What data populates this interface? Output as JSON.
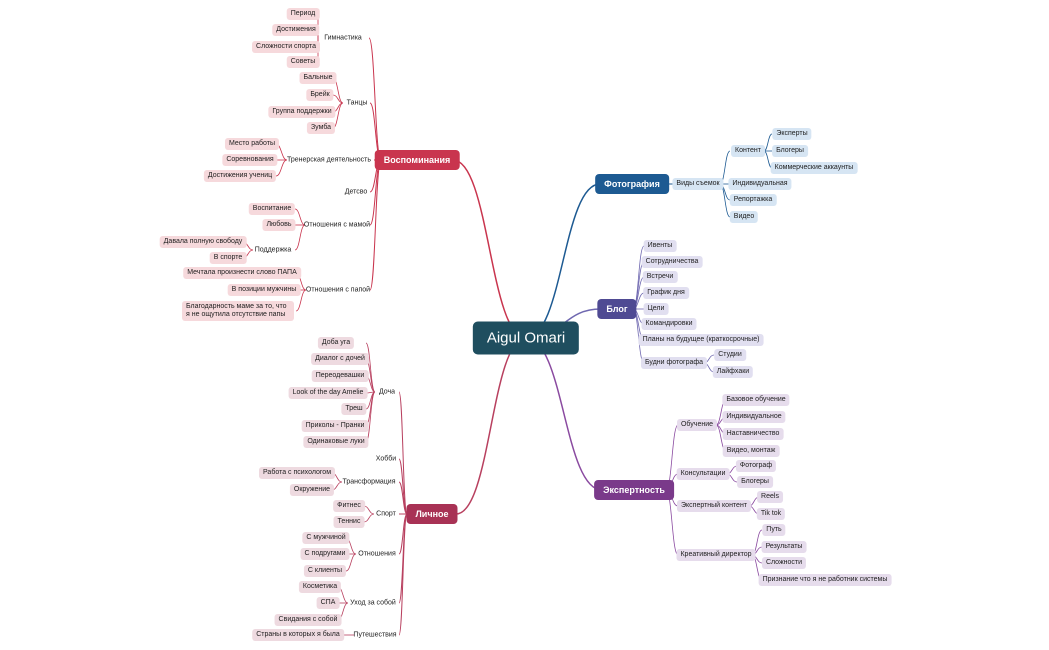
{
  "root": {
    "label": "Aigul Omari"
  },
  "colors": {
    "vospominaniya": "#c9354e",
    "fotografiya": "#1d5a92",
    "blog": "#4f4a93",
    "ekspertnost": "#7a3a8a",
    "lichnoe": "#a83255",
    "vospominaniya_leaf": "#f6d9dc",
    "fotografiya_leaf": "#d6e5f3",
    "blog_leaf": "#e1dff0",
    "ekspertnost_leaf": "#e6dcec",
    "lichnoe_leaf": "#eedae0",
    "vospominaniya_link": "#c9354e",
    "fotografiya_link": "#1d5a92",
    "blog_link": "#6f68b0",
    "ekspertnost_link": "#8a4aa0",
    "lichnoe_link": "#b8405f"
  },
  "vospominaniya": {
    "label": "Воспоминания",
    "gimnastika": {
      "label": "Гимнастика",
      "items": [
        "Период",
        "Достижения",
        "Сложности спорта",
        "Советы"
      ]
    },
    "tancy": {
      "label": "Танцы",
      "items": [
        "Бальные",
        "Брейк",
        "Группа поддержки",
        "Зумба"
      ]
    },
    "trener": {
      "label": "Тренерская деятельность",
      "items": [
        "Место работы",
        "Соревнования",
        "Достижения учениц"
      ]
    },
    "detstvo": {
      "label": "Детсво"
    },
    "mama": {
      "label": "Отношения с мамой",
      "items": [
        "Воспитание",
        "Любовь"
      ],
      "podderzhka": {
        "label": "Поддержка",
        "items": [
          "Давала полную свободу",
          "В спорте"
        ]
      }
    },
    "papa": {
      "label": "Отношения с папой",
      "items": [
        "Мечтала произнести слово ПАПА",
        "В позиции мужчины",
        "Благодарность маме за то, что я не ощутила отсутствие папы"
      ]
    }
  },
  "fotografiya": {
    "label": "Фотография",
    "vidy": {
      "label": "Виды съемок",
      "items": [
        "Индивидуальная",
        "Репортажка",
        "Видео"
      ],
      "kontent": {
        "label": "Контент",
        "items": [
          "Эксперты",
          "Блогеры",
          "Коммерческие аккаунты"
        ]
      }
    }
  },
  "blog": {
    "label": "Блог",
    "items": [
      "Ивенты",
      "Сотрудничества",
      "Встречи",
      "График дня",
      "Цели",
      "Командировки",
      "Планы на будущее (краткосрочные)"
    ],
    "budni": {
      "label": "Будни фотографа",
      "items": [
        "Студии",
        "Лайфхаки"
      ]
    }
  },
  "ekspertnost": {
    "label": "Экспертность",
    "obuchenie": {
      "label": "Обучение",
      "items": [
        "Базовое обучение",
        "Индивидуальное",
        "Наставничество",
        "Видео, монтаж"
      ]
    },
    "konsult": {
      "label": "Консультации",
      "items": [
        "Фотограф",
        "Блогеры"
      ]
    },
    "kontent": {
      "label": "Экспертный контент",
      "items": [
        "Reels",
        "Tik tok"
      ]
    },
    "kreativ": {
      "label": "Креативный директор",
      "items": [
        "Путь",
        "Результаты",
        "Сложности",
        "Признание что я не работник системы"
      ]
    }
  },
  "lichnoe": {
    "label": "Личное",
    "dochka": {
      "label": "Доча",
      "items": [
        "Доба уга",
        "Диалог с дочей",
        "Переодевашки",
        "Look of the day Amelie",
        "Треш",
        "Приколы - Пранки",
        "Одинаковые луки"
      ]
    },
    "hobbi": {
      "label": "Хобби"
    },
    "transform": {
      "label": "Трансформация",
      "items": [
        "Работа с психологом",
        "Окружение"
      ]
    },
    "sport": {
      "label": "Спорт",
      "items": [
        "Фитнес",
        "Теннис"
      ]
    },
    "otnosheniya": {
      "label": "Отношения",
      "items": [
        "С мужчиной",
        "С подругами",
        "С клиенты"
      ]
    },
    "uhod": {
      "label": "Уход за собой",
      "items": [
        "Косметика",
        "СПА",
        "Свидания с собой"
      ]
    },
    "puteshestviya": {
      "label": "Путешествия",
      "items": [
        "Страны в которых я была"
      ]
    }
  }
}
